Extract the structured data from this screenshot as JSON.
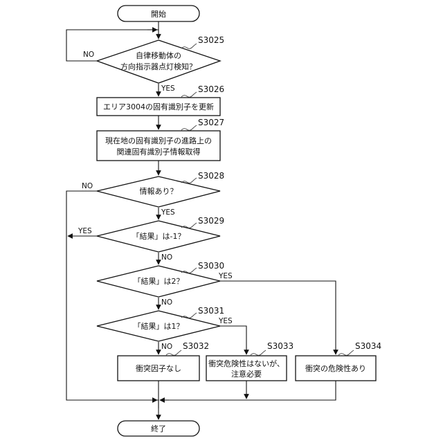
{
  "start": "開始",
  "end": "終了",
  "steps": {
    "s3025": "S3025",
    "s3026": "S3026",
    "s3027": "S3027",
    "s3028": "S3028",
    "s3029": "S3029",
    "s3030": "S3030",
    "s3031": "S3031",
    "s3032": "S3032",
    "s3033": "S3033",
    "s3034": "S3034"
  },
  "decisions": {
    "d3025": [
      "自律移動体の",
      "方向指示器点灯検知？"
    ],
    "d3028": "情報あり？",
    "d3029": "「結果」は-1？",
    "d3030": "「結果」は2？",
    "d3031": "「結果」は1？"
  },
  "processes": {
    "p3026": "エリア3004の固有識別子を更新",
    "p3027": [
      "現在地の固有識別子の進路上の",
      "関連固有識別子情報取得"
    ],
    "p3032": "衝突因子なし",
    "p3033": [
      "衝突危険性はないが、",
      "注意必要"
    ],
    "p3034": "衝突の危険性あり"
  },
  "branches": {
    "yes": "YES",
    "no": "NO"
  }
}
